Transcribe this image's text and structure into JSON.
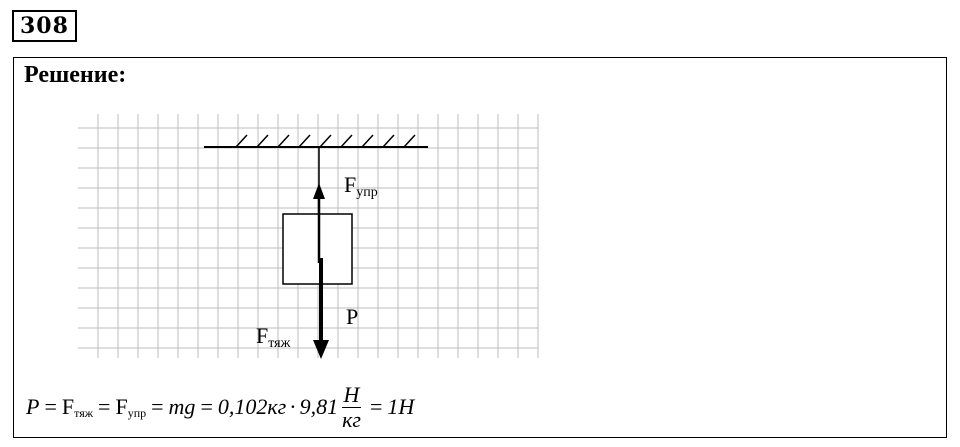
{
  "task": {
    "number": "308"
  },
  "solution": {
    "title": "Решение:"
  },
  "diagram": {
    "labels": {
      "f_elastic_main": "F",
      "f_elastic_sub": "упр",
      "weight": "P",
      "f_gravity_main": "F",
      "f_gravity_sub": "тяж"
    }
  },
  "formula": {
    "p": "P",
    "f1_main": "F",
    "f1_sub": "тяж",
    "f2_main": "F",
    "f2_sub": "упр",
    "mg": "mg",
    "mass": "0,102кг",
    "dot": "·",
    "g_value": "9,81",
    "frac_num": "Н",
    "frac_den": "кг",
    "result": "1Н",
    "eq": "="
  },
  "colors": {
    "grid": "#bdbdbd",
    "ink": "#000000"
  }
}
